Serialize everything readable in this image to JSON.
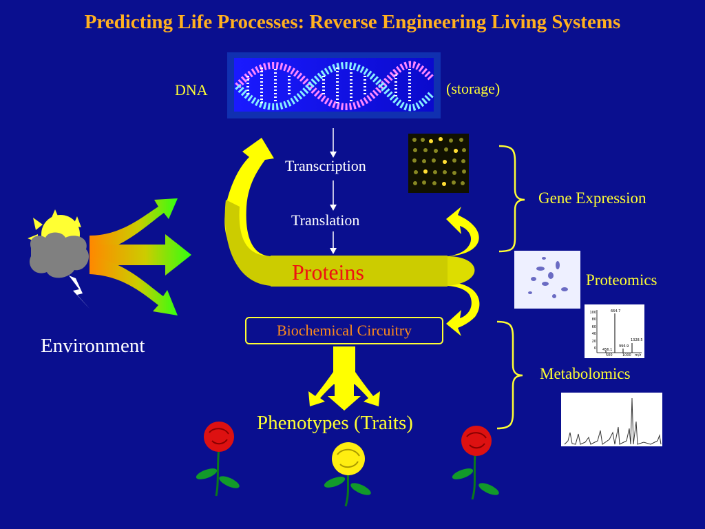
{
  "title": "Predicting Life Processes: Reverse Engineering Living Systems",
  "labels": {
    "dna": "DNA",
    "storage": "(storage)",
    "transcription": "Transcription",
    "translation": "Translation",
    "proteins": "Proteins",
    "biochemical_circuitry": "Biochemical Circuitry",
    "gene_expression": "Gene Expression",
    "proteomics": "Proteomics",
    "metabolomics": "Metabolomics",
    "environment": "Environment",
    "phenotypes": "Phenotypes (Traits)"
  },
  "mass_spec": {
    "y_ticks": [
      "100",
      "80",
      "60",
      "40",
      "20",
      "0"
    ],
    "x_ticks": [
      "500",
      "1000",
      "m/z"
    ],
    "peaks": [
      "664.7",
      "1328.5",
      "996.9",
      "456.1"
    ]
  },
  "colors": {
    "background": "#0a0f8f",
    "title": "#ffb020",
    "text": "#ffff33",
    "proteins_text": "#ee1111",
    "biochem_text": "#ff8c1a",
    "arrow_yellow": "#ffff00",
    "protein_band": "#cccc00"
  },
  "icons": [
    "sun-cloud-lightning-icon",
    "rose-red-icon",
    "rose-yellow-icon",
    "rose-red-icon"
  ]
}
